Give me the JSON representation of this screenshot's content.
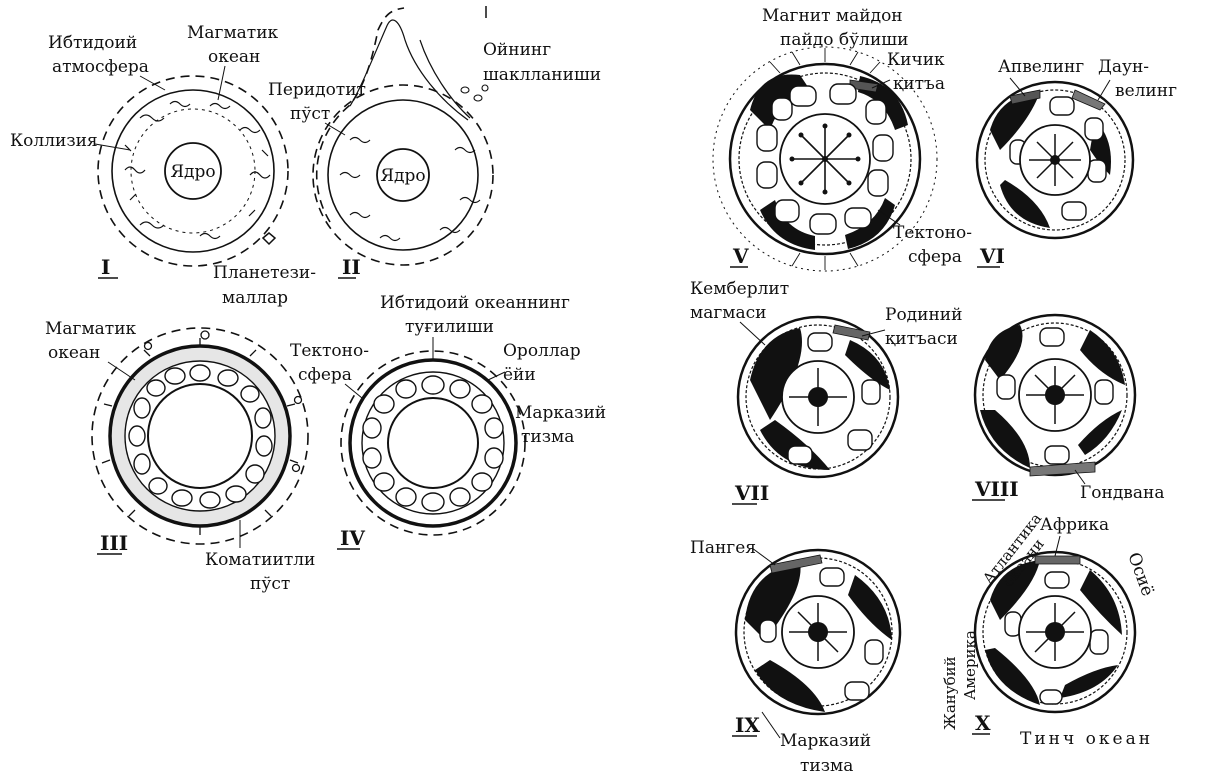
{
  "stages": [
    {
      "numeral": "I"
    },
    {
      "numeral": "II"
    },
    {
      "numeral": "III"
    },
    {
      "numeral": "IV"
    },
    {
      "numeral": "V"
    },
    {
      "numeral": "VI"
    },
    {
      "numeral": "VII"
    },
    {
      "numeral": "VIII"
    },
    {
      "numeral": "IX"
    },
    {
      "numeral": "X"
    }
  ],
  "labels": {
    "primary_atmosphere": [
      "Ибтидоий",
      "атмосфера"
    ],
    "magmatic_ocean_1": [
      "Магматик",
      "океан"
    ],
    "collision": "Коллизия",
    "core_1": "Ядро",
    "planetesimals": [
      "Планетези-",
      "маллар"
    ],
    "peridotite_crust": [
      "Перидотит",
      "пўст"
    ],
    "moon_formation": [
      "Ойнинг",
      "шаклланиши"
    ],
    "core_2": "Ядро",
    "magmatic_ocean_3": [
      "Магматик",
      "океан"
    ],
    "komatiite_crust": [
      "Коматиитли",
      "пўст"
    ],
    "primary_ocean_birth": [
      "Ибтидоий океаннинг",
      "туғилиши"
    ],
    "tectonosphere_4": [
      "Тектоно-",
      "сфера"
    ],
    "island_arcs": [
      "Ороллар",
      "ёйи"
    ],
    "central_ridge_4": [
      "Марказий",
      "тизма"
    ],
    "magnetic_field": [
      "Магнит майдон",
      "пайдо бўлиши"
    ],
    "small_continent": [
      "Кичик",
      "қитъа"
    ],
    "tectonosphere_5": [
      "Тектоно-",
      "сфера"
    ],
    "upwelling": "Апвелинг",
    "downwelling": [
      "Даун-",
      "велинг"
    ],
    "kimberlite_magma": [
      "Кемберлит",
      "магмаси"
    ],
    "rodinia_continent": [
      "Родиний",
      "қитъаси"
    ],
    "gondwana": "Гондвана",
    "pangea": "Пангея",
    "central_ridge_9": [
      "Марказий",
      "тизма"
    ],
    "atlantic_ocean": [
      "Атлантика",
      "океани"
    ],
    "africa": "Африка",
    "asia": "Осиё",
    "south_america": [
      "Жанубий",
      "Америка"
    ],
    "pacific_ocean": "Тинч океан"
  }
}
